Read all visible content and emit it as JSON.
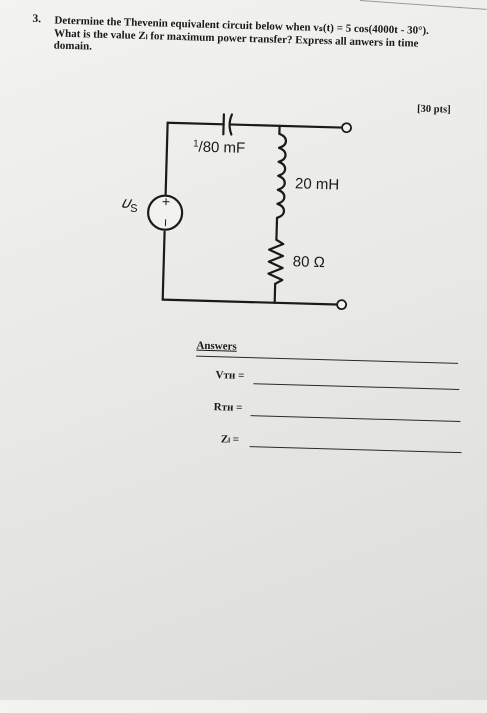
{
  "problem": {
    "number": "3.",
    "line1": "Determine the Thevenin equivalent circuit below when vₛ(t) = 5 cos(4000t - 30°).",
    "line2": "What is the value Zₗ for maximum power transfer? Express all anwers in time",
    "line3": "domain.",
    "points": "[30 pts]"
  },
  "circuit": {
    "source_label": "𝜐",
    "source_subscript": "S",
    "plus": "+",
    "minus": "−",
    "capacitor_label_num": "1",
    "capacitor_label_rest": "/80 mF",
    "inductor_label": "20 mH",
    "resistor_label": "80 Ω"
  },
  "answers": {
    "heading": "Answers",
    "vth_label": "Vᴛʜ =",
    "rth_label": "Rᴛʜ =",
    "zl_label": "Zₗ ="
  }
}
